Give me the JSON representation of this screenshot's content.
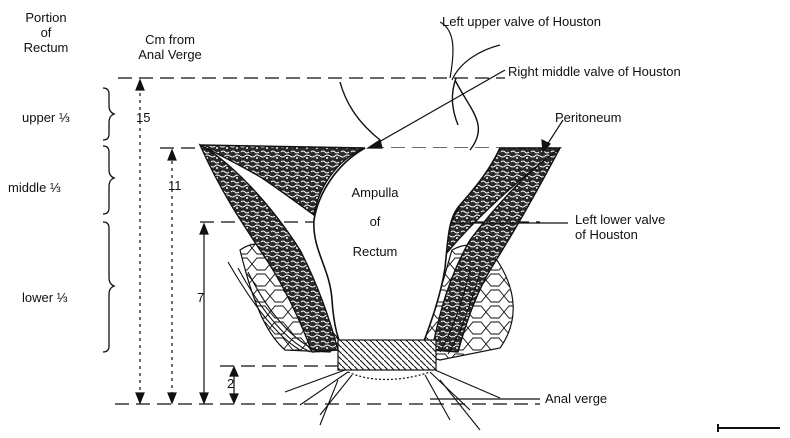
{
  "headers": {
    "portion": [
      "Portion",
      "of",
      "Rectum"
    ],
    "cm": [
      "Cm from",
      "Anal Verge"
    ]
  },
  "portions": {
    "upper": "upper ⅓",
    "middle": "middle ⅓",
    "lower": "lower ⅓"
  },
  "distances": {
    "d15": "15",
    "d11": "11",
    "d7": "7",
    "d2": "2"
  },
  "labels": {
    "left_upper_valve": "Left upper valve of Houston",
    "right_middle_valve": "Right middle valve of Houston",
    "peritoneum": "Peritoneum",
    "left_lower_valve_1": "Left lower valve",
    "left_lower_valve_2": "of Houston",
    "anal_verge": "Anal verge"
  },
  "ampulla": {
    "line1": "Ampulla",
    "line2": "of",
    "line3": "Rectum"
  },
  "colors": {
    "ink": "#111111",
    "background": "#ffffff"
  }
}
